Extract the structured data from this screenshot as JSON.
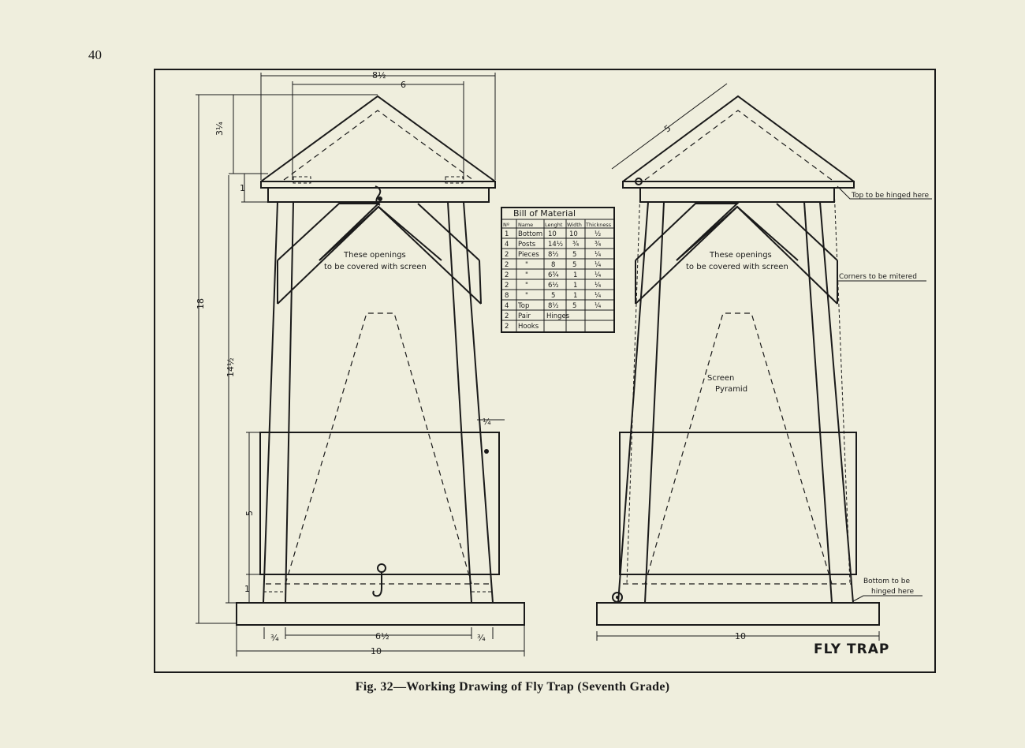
{
  "page_number": "40",
  "caption": "Fig. 32—Working Drawing of Fly Trap (Seventh Grade)",
  "drawing_title": "FLY TRAP",
  "labels": {
    "openings_front_1": "These openings",
    "openings_front_2": "to be covered with screen",
    "openings_side_1": "These openings",
    "openings_side_2": "to be covered with screen",
    "screen_1": "Screen",
    "screen_2": "Pyramid",
    "top_hinged": "Top to be hinged here",
    "corners_mitered": "Corners to be mitered",
    "bottom_hinged_1": "Bottom to be",
    "bottom_hinged_2": "hinged here"
  },
  "dimensions": {
    "top_width": "8½",
    "top_inner": "6",
    "roof_height": "3¼",
    "eave": "1",
    "total_height": "18",
    "post_height": "14½",
    "lower_box": "5",
    "base_gap": "1",
    "post_offset": "¼",
    "bottom_left": "¾",
    "bottom_mid": "6½",
    "bottom_right": "¾",
    "bottom_total": "10",
    "side_bottom_total": "10",
    "roof_slope": "5"
  },
  "bill_of_material": {
    "title": "Bill of Material",
    "headers": [
      "Nº",
      "Name",
      "Lenght",
      "Width",
      "Thickness"
    ],
    "rows": [
      [
        "1",
        "Bottom",
        "10",
        "10",
        "½"
      ],
      [
        "4",
        "Posts",
        "14½",
        "¾",
        "¾"
      ],
      [
        "2",
        "Pieces",
        "8½",
        "5",
        "¼"
      ],
      [
        "2",
        "\"",
        "8",
        "5",
        "¼"
      ],
      [
        "2",
        "\"",
        "6¾",
        "1",
        "¼"
      ],
      [
        "2",
        "\"",
        "6½",
        "1",
        "¼"
      ],
      [
        "8",
        "\"",
        "5",
        "1",
        "¼"
      ],
      [
        "4",
        "Top",
        "8½",
        "5",
        "¼"
      ],
      [
        "2",
        "Pair",
        "Hinges",
        "",
        ""
      ],
      [
        "2",
        "Hooks",
        "",
        "",
        ""
      ]
    ]
  }
}
